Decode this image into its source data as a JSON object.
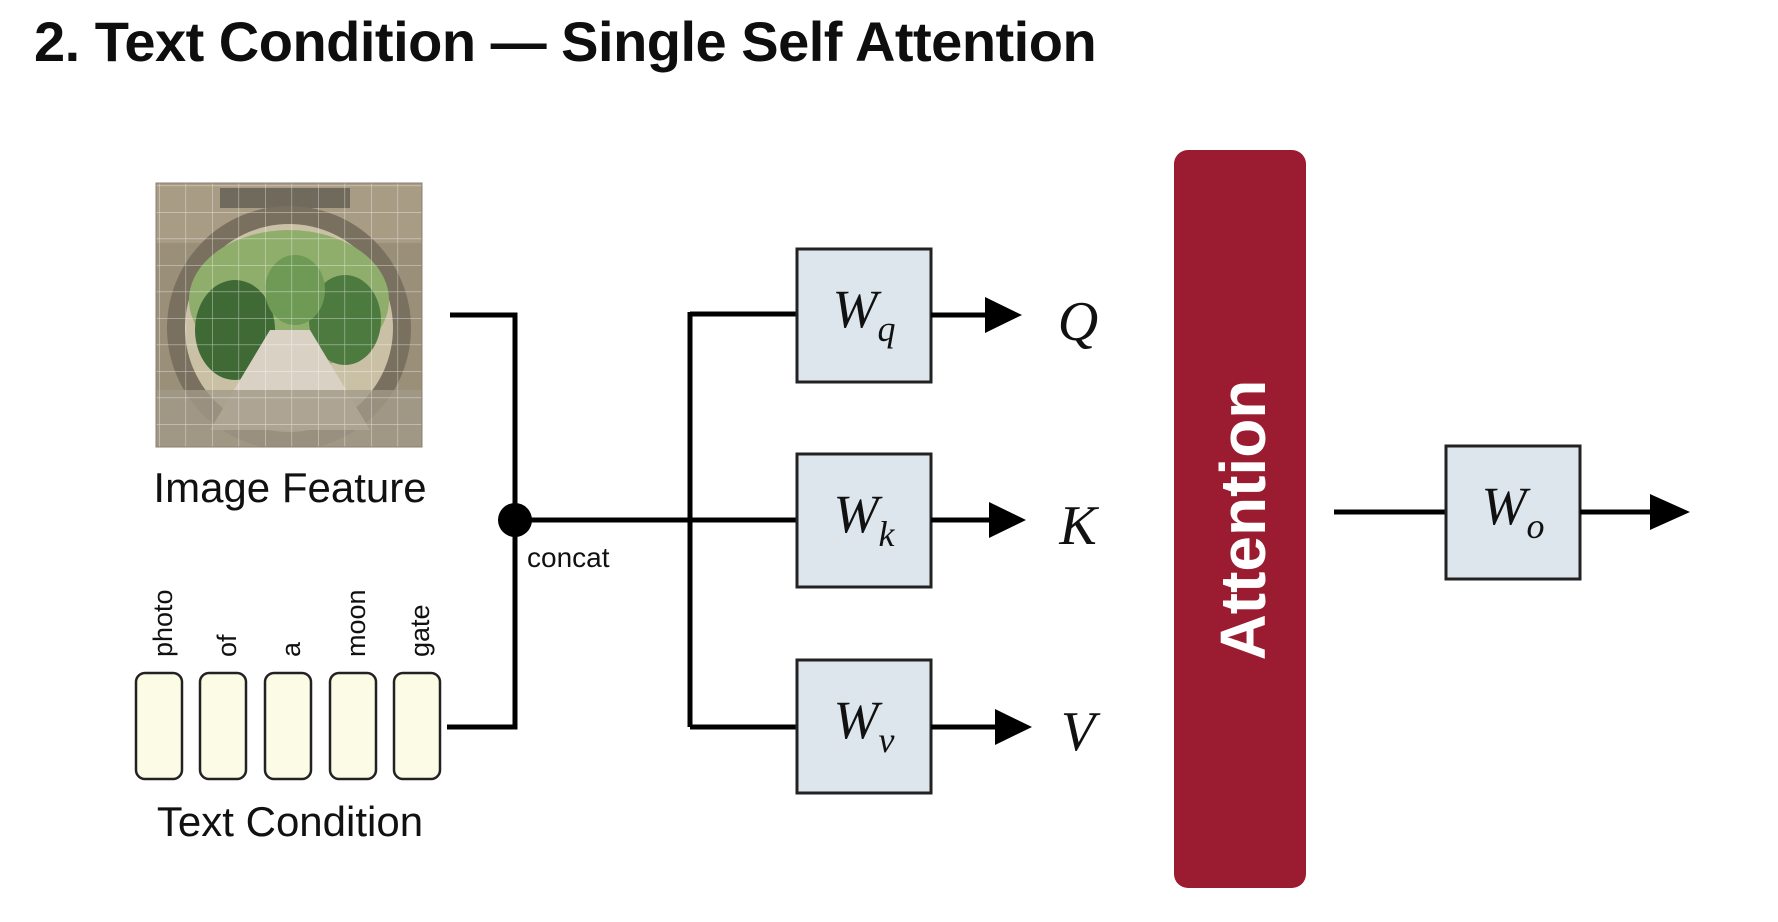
{
  "title": "2. Text Condition — Single Self Attention",
  "image_feature": {
    "label": "Image Feature"
  },
  "text_condition": {
    "label": "Text Condition",
    "tokens": [
      "photo",
      "of",
      "a",
      "moon",
      "gate"
    ]
  },
  "junction": {
    "label": "concat"
  },
  "projections": [
    {
      "symbol": "W",
      "subscript": "q",
      "output": "Q"
    },
    {
      "symbol": "W",
      "subscript": "k",
      "output": "K"
    },
    {
      "symbol": "W",
      "subscript": "v",
      "output": "V"
    }
  ],
  "attention": {
    "label": "Attention"
  },
  "output_projection": {
    "symbol": "W",
    "subscript": "o"
  },
  "colors": {
    "attention_fill": "#9b1c30",
    "weight_box_fill": "#dde6ec",
    "token_fill": "#fbfbe6",
    "line": "#000000"
  }
}
